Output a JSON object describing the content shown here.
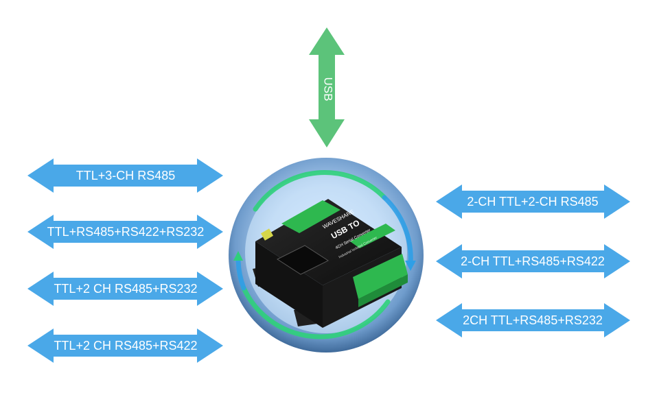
{
  "diagram": {
    "center_label": "USB",
    "device": {
      "brand": "WAVESHARE",
      "title": "USB TO",
      "subtitle": "4CH Serial Converter",
      "subtitle2": "Industrial Isolated Converter"
    },
    "left_modes": [
      "TTL+3-CH RS485",
      "TTL+RS485+RS422+RS232",
      "TTL+2 CH RS485+RS232",
      "TTL+2 CH RS485+RS422"
    ],
    "right_modes": [
      "2-CH TTL+2-CH RS485",
      "2-CH TTL+RS485+RS422",
      "2CH TTL+RS485+RS232"
    ],
    "colors": {
      "arrow_blue": "#4aa8e8",
      "usb_arrow_green": "#5cc37a",
      "circle_outer": "#5e8fc0",
      "ring_green": "#2fd07a",
      "ring_blue": "#2f9fe6",
      "device_body": "#1c1c1c",
      "terminal_green": "#2eb84f"
    }
  }
}
